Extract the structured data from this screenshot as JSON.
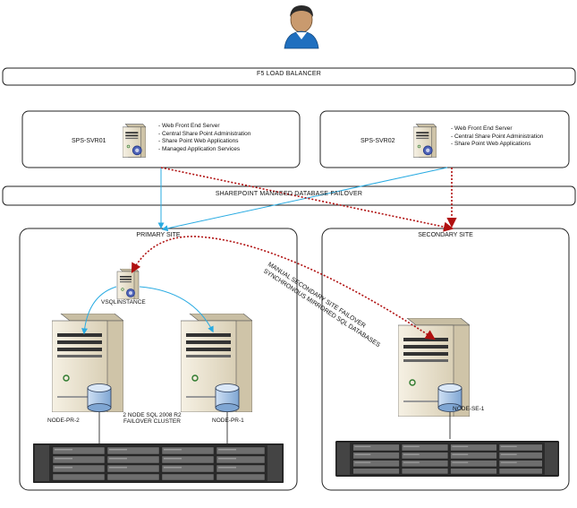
{
  "load_balancer": {
    "label": "F5 LOAD BALANCER"
  },
  "db_failover": {
    "label": "SHAREPOINT MANAGED DATABASE FAILOVER"
  },
  "server1": {
    "name": "SPS-SVR01",
    "roles": [
      "Web Front End Server",
      "Central Share Point Administration",
      "Share Point Web Applications",
      "Managed Application Services"
    ]
  },
  "server2": {
    "name": "SPS-SVR02",
    "roles": [
      "Web Front End Server",
      "Central Share Point Administration",
      "Share Point Web Applications"
    ]
  },
  "primary_site": {
    "title": "PRIMARY SITE",
    "instance": "VSQLINSTANCE",
    "node1": "NODE-PR-2",
    "node2": "NODE-PR-1",
    "cluster_line1": "2 NODE SQL 2008 R2",
    "cluster_line2": "FAILOVER CLUSTER"
  },
  "secondary_site": {
    "title": "SECONDARY SITE",
    "node": "NODE-SE-1"
  },
  "annotation": {
    "line1": "MANUAL SECONDARY SITE FAILOVER",
    "line2": "SYNCHRONOUS MIRRORED SQL DATABASES"
  },
  "colors": {
    "blue_arrow": "#29abe2",
    "red_arrow": "#b01010",
    "server_body": "#ebe3cf",
    "server_dark": "#333333",
    "disk": "#a9c6e8",
    "user_shirt": "#1f6fbf"
  }
}
